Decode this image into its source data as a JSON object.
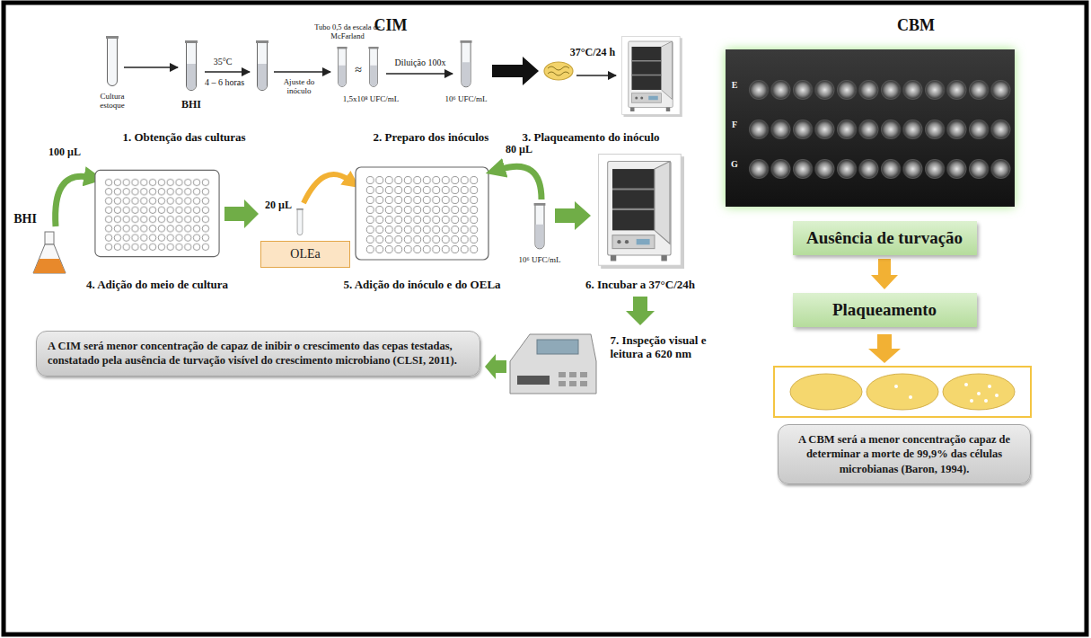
{
  "diagram": {
    "nodes": [
      {
        "text": [
          "OLEa"
        ]
      },
      {
        "text": [
          "A CIM será menor concentração de capaz de inibir o crescimento das cepas testadas, constatado pela ausência de turvação visível do crescimento microbiano (CLSI, 2011)."
        ]
      },
      {
        "text": [
          "Ausência de turvação"
        ]
      },
      {
        "text": [
          "Plaqueamento"
        ]
      },
      {
        "text": [
          "A CBM será a menor concentração capaz de determinar a morte de 99,9% das células microbianas (Baron, 1994)."
        ]
      }
    ],
    "edges": [
      {
        "from": 2,
        "to": 3,
        "arrow": "to"
      }
    ],
    "labels": [
      "CIM",
      "CBM",
      "Cultura estoque",
      "BHI",
      "35°C",
      "4 – 6 horas",
      "Tubo 0,5 da escala de McFarland",
      "Ajuste do inóculo",
      "≈",
      "1,5x10⁸ UFC/mL",
      "Diluição 100x",
      "10⁶ UFC/mL",
      "37°C/24 h",
      "1. Obtenção das culturas",
      "2. Preparo dos inóculos",
      "3. Plaqueamento do inóculo",
      "100 µL",
      "BHI",
      "4. Adição do meio de cultura",
      "20 µL",
      "80 µL",
      "10⁶ UFC/mL",
      "5. Adição do inóculo e do OELa",
      "6. Incubar a 37°C/24h",
      "7. Inspeção visual e leitura a 620 nm",
      "E",
      "F",
      "G"
    ]
  }
}
